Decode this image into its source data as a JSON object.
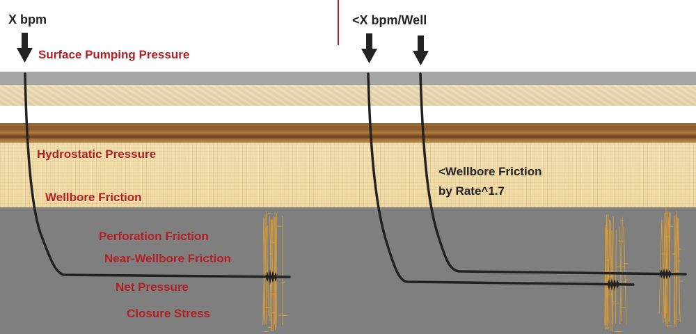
{
  "colors": {
    "label_red": "#b11f24",
    "label_dark": "#222222",
    "divider": "#b11f24",
    "well_line": "#222222",
    "fracture": "#d49a3a",
    "formation_gray": "#7f7f7f",
    "casing_gray": "#a6a6a6"
  },
  "layers": [
    {
      "name": "gray-band"
    },
    {
      "name": "sand-layer-upper"
    },
    {
      "name": "white-gap"
    },
    {
      "name": "brown-shale"
    },
    {
      "name": "sandstone"
    },
    {
      "name": "target-formation"
    }
  ],
  "left_panel": {
    "rate_label": "X bpm",
    "arrow_icon": "down-arrow-icon",
    "labels": {
      "surface_pumping_pressure": "Surface Pumping Pressure",
      "hydrostatic_pressure": "Hydrostatic Pressure",
      "wellbore_friction": "Wellbore Friction",
      "perforation_friction": "Perforation Friction",
      "near_wellbore_friction": "Near-Wellbore Friction",
      "net_pressure": "Net Pressure",
      "closure_stress": "Closure Stress"
    },
    "wells": 1
  },
  "right_panel": {
    "rate_label": "<X bpm/Well",
    "arrow_icon": "down-arrow-icon",
    "friction_note_line1": "<Wellbore Friction",
    "friction_note_line2": "by Rate^1.7",
    "wells": 2
  }
}
